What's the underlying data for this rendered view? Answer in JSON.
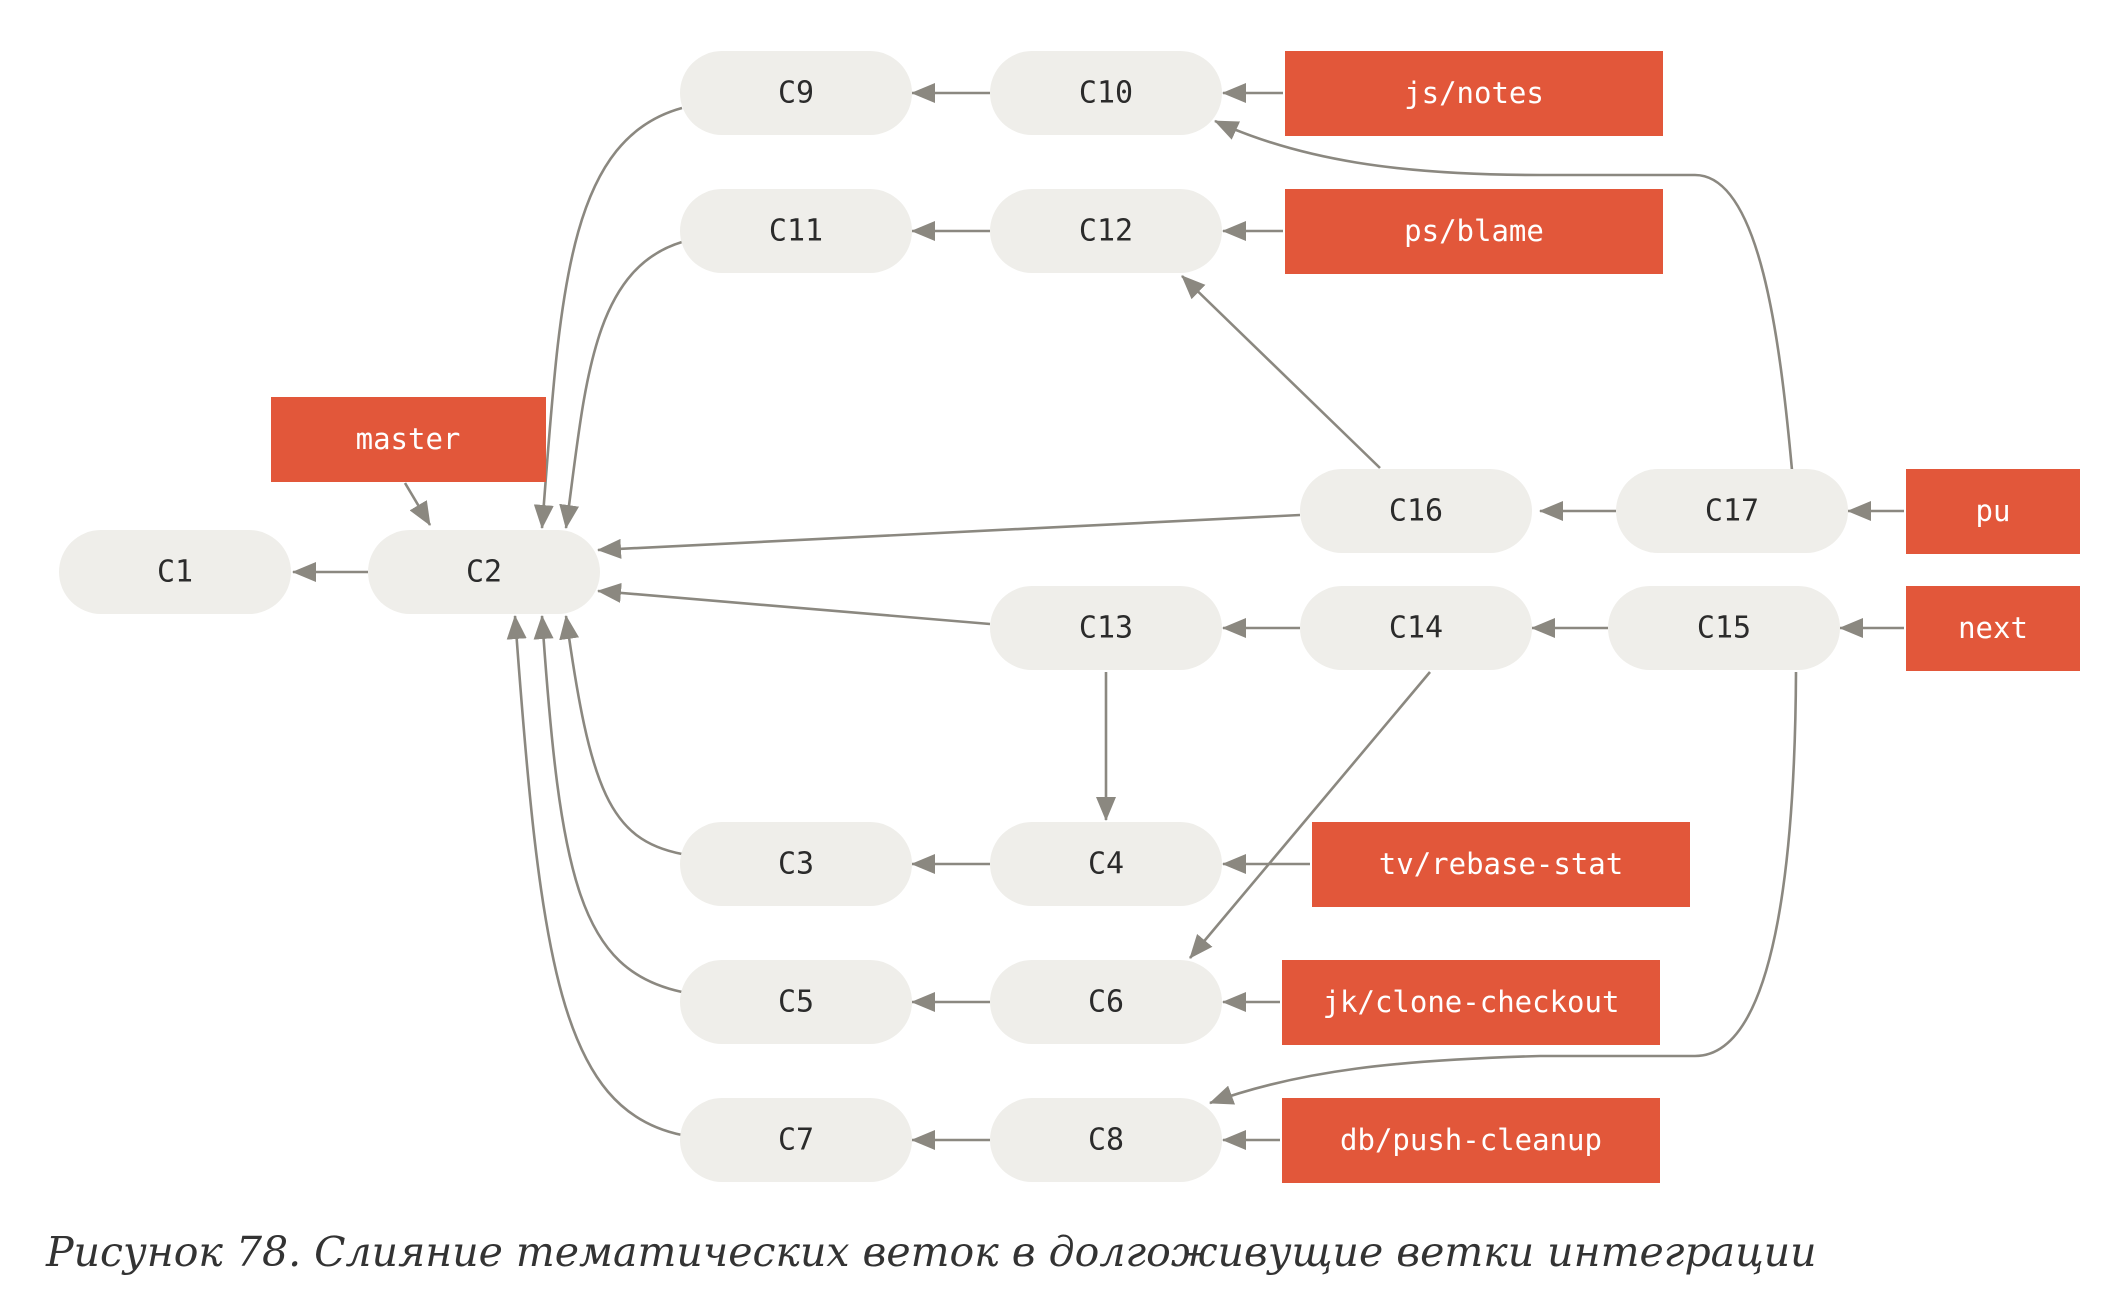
{
  "colors": {
    "commit_fill": "#efeeea",
    "commit_text": "#2b2b2b",
    "branch_fill": "#e2573a",
    "branch_text": "#ffffff",
    "edge": "#8b8880"
  },
  "commits": [
    {
      "id": "C1",
      "label": "C1"
    },
    {
      "id": "C2",
      "label": "C2"
    },
    {
      "id": "C3",
      "label": "C3"
    },
    {
      "id": "C4",
      "label": "C4"
    },
    {
      "id": "C5",
      "label": "C5"
    },
    {
      "id": "C6",
      "label": "C6"
    },
    {
      "id": "C7",
      "label": "C7"
    },
    {
      "id": "C8",
      "label": "C8"
    },
    {
      "id": "C9",
      "label": "C9"
    },
    {
      "id": "C10",
      "label": "C10"
    },
    {
      "id": "C11",
      "label": "C11"
    },
    {
      "id": "C12",
      "label": "C12"
    },
    {
      "id": "C13",
      "label": "C13"
    },
    {
      "id": "C14",
      "label": "C14"
    },
    {
      "id": "C15",
      "label": "C15"
    },
    {
      "id": "C16",
      "label": "C16"
    },
    {
      "id": "C17",
      "label": "C17"
    }
  ],
  "branches": [
    {
      "id": "js-notes",
      "label": "js/notes"
    },
    {
      "id": "ps-blame",
      "label": "ps/blame"
    },
    {
      "id": "master",
      "label": "master"
    },
    {
      "id": "pu",
      "label": "pu"
    },
    {
      "id": "next",
      "label": "next"
    },
    {
      "id": "tv-rebase-stat",
      "label": "tv/rebase-stat"
    },
    {
      "id": "jk-clone-checkout",
      "label": "jk/clone-checkout"
    },
    {
      "id": "db-push-cleanup",
      "label": "db/push-cleanup"
    }
  ],
  "caption": "Рисунок 78. Слияние тематических веток в долгоживущие ветки интеграции"
}
